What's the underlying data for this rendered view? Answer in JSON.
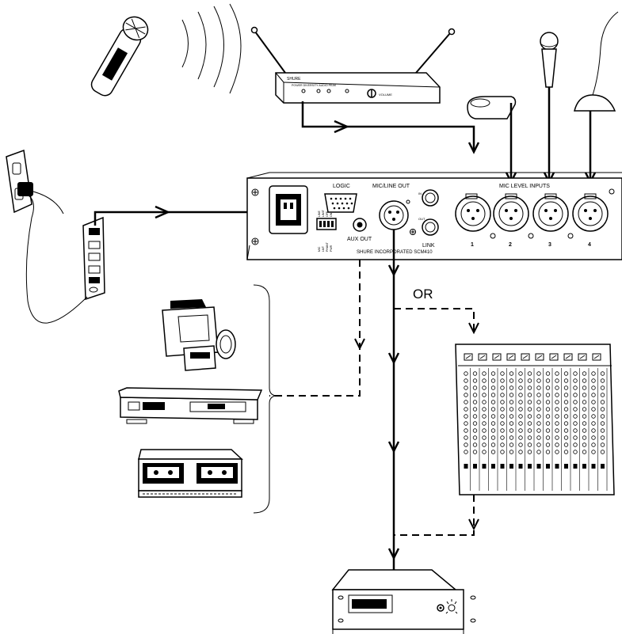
{
  "receiver": {
    "brand": "SHURE",
    "indicators": "POWER DIVERSITY AUDIO PEAK",
    "volume_label": "VOLUME"
  },
  "mixer_unit": {
    "logic_label": "LOGIC",
    "mic_line_out_label": "MIC/LINE OUT",
    "mic_level_inputs_label": "MIC LEVEL INPUTS",
    "aux_out_label": "AUX OUT",
    "link_label": "LINK",
    "model_text": "SHURE INCORPORATED SCM410",
    "link_in": "IN",
    "link_out": "OUT",
    "switch_labels": [
      "LINE",
      "MIC",
      "LIMIT",
      "LMT",
      "OFF",
      "ON",
      "PHANT",
      "PWR"
    ],
    "inputs": [
      "1",
      "2",
      "3",
      "4"
    ]
  },
  "or_label": "OR",
  "colors": {
    "line": "#000000",
    "background": "#ffffff"
  }
}
